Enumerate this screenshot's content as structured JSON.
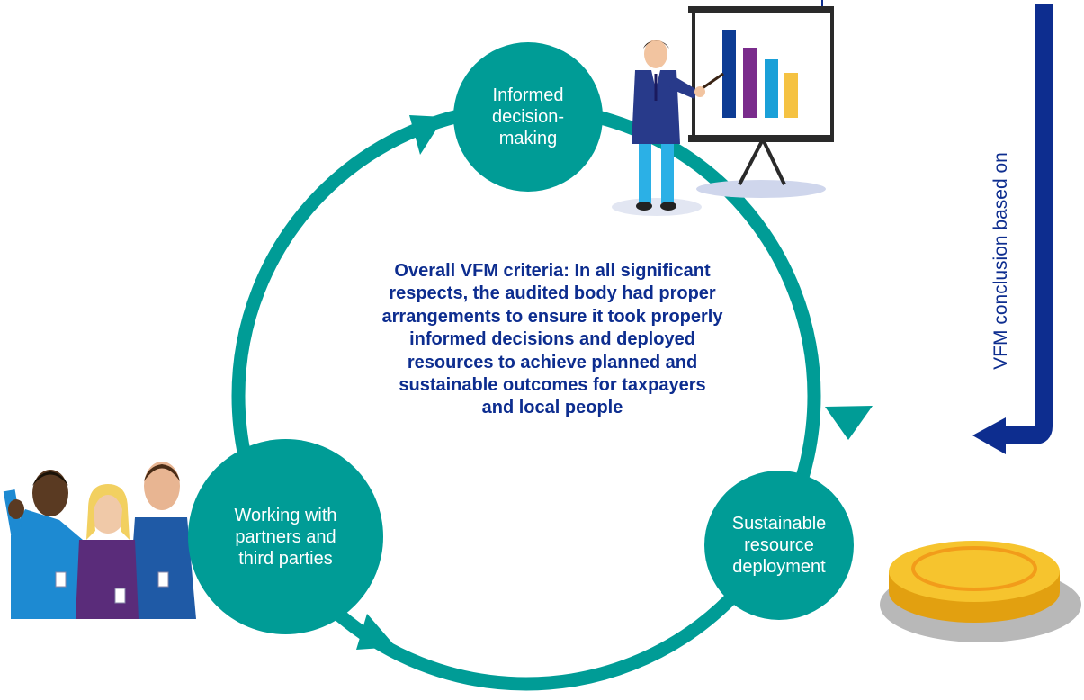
{
  "diagram": {
    "center_text": "Overall VFM criteria: In all significant respects, the audited body had proper arrangements to ensure it took properly informed decisions and deployed resources to achieve planned and sustainable outcomes for taxpayers and local people",
    "nodes": [
      {
        "label": "Informed decision-making"
      },
      {
        "label": "Sustainable resource deployment"
      },
      {
        "label": "Working with partners and third parties"
      }
    ],
    "side_label": "VFM conclusion based on",
    "colors": {
      "cycle": "#009c96",
      "text_dark": "#0d2d8f",
      "side_arrow": "#0d2d8f"
    },
    "icons": [
      "presenter-with-bar-chart-icon",
      "gold-coin-icon",
      "group-of-people-icon"
    ]
  }
}
